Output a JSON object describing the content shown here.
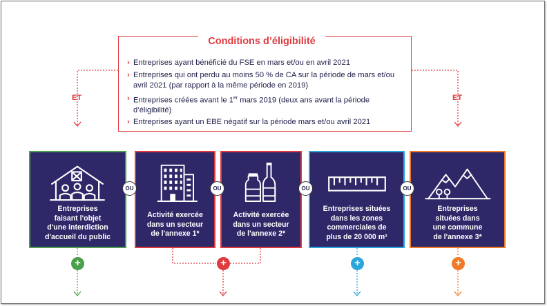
{
  "conditions": {
    "title": "Conditions d’éligibilité",
    "items": [
      {
        "chevron": "›",
        "text": "Entreprises ayant bénéficié du FSE en mars et/ou en avril 2021"
      },
      {
        "chevron": "›",
        "text": "Entreprises qui ont perdu au moins 50 % de CA sur la période de mars et/ou avril 2021 (par rapport à la même période en 2019)"
      },
      {
        "chevron": "›",
        "text_before": "Entreprises créées avant le 1",
        "superscript": "er",
        "text_after": " mars 2019 (deux ans avant la période d’éligibilité)"
      },
      {
        "chevron": "›",
        "text": "Entreprises ayant un EBE négatif sur la période mars et/ou avril 2021"
      }
    ]
  },
  "connectors": {
    "et_left": "ET",
    "et_right": "ET",
    "ou": [
      "OU",
      "OU",
      "OU",
      "OU"
    ],
    "plus": [
      "+",
      "+",
      "+",
      "+"
    ]
  },
  "cards": [
    {
      "icon": "public-building-people-icon",
      "border_color": "#4aa04a",
      "label_lines": [
        "Entreprises",
        "faisant l'objet",
        "d'une interdiction",
        "d'accueil du public"
      ]
    },
    {
      "icon": "office-building-icon",
      "border_color": "#e03a3e",
      "label_lines": [
        "Activité exercée",
        "dans un secteur",
        "de l'annexe 1*"
      ]
    },
    {
      "icon": "bottles-icon",
      "border_color": "#e03a3e",
      "label_lines": [
        "Activité exercée",
        "dans un secteur",
        "de l'annexe 2*"
      ]
    },
    {
      "icon": "ruler-icon",
      "border_color": "#2aa6dc",
      "label_lines": [
        "Entreprises situées",
        "dans les zones",
        "commerciales de",
        "plus de 20 000 m²"
      ]
    },
    {
      "icon": "mountains-icon",
      "border_color": "#f07a28",
      "label_lines": [
        "Entreprises",
        "situées dans",
        "une commune",
        "de l'annexe 3*"
      ]
    }
  ],
  "colors": {
    "navy": "#2e2868",
    "red": "#e03a3e",
    "green": "#4aa04a",
    "blue": "#2aa6dc",
    "orange": "#f07a28",
    "text": "#1e1e4a"
  }
}
